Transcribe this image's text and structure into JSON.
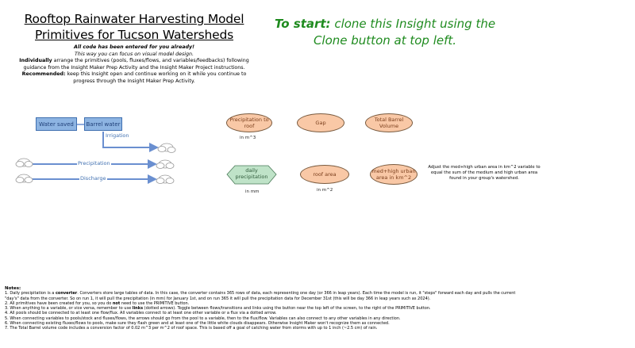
{
  "title": {
    "line1": "Rooftop Rainwater Harvesting Model",
    "line2": "Primitives for Tucson Watersheds"
  },
  "intro": {
    "line1": "All code has been entered for you already!",
    "line2": "This way you can focus on visual model design.",
    "line3_bold": "Individually",
    "line3_rest": " arrange the primitives (pools, fluxes/flows, and variables/feedbacks) following guidance from the Insight Maker Prep Activity and the Insight Maker Project instructions.",
    "line4_bold": "Recommended:",
    "line4_rest": " keep this Insight open and continue working on it while you continue to progress through the Insight Maker Prep Activity."
  },
  "start": {
    "bold": "To start:",
    "rest": " clone this Insight using the Clone button at top left."
  },
  "stocks": {
    "water_saved": "Water saved",
    "barrel_water": "Barrel water"
  },
  "flows": {
    "irrigation": "Irrigation",
    "precipitation": "Precipitation",
    "discharge": "Discharge"
  },
  "variables": {
    "precip_to_roof": "Precipitation to roof",
    "gap": "Gap",
    "total_barrel_volume": "Total Barrel Volume",
    "roof_area": "roof area",
    "med_high_urban": "med+high urban area in km^2"
  },
  "converter": {
    "daily_precipitation": "daily precipitation"
  },
  "units": {
    "precip_to_roof": "in m^3",
    "daily_precipitation": "in mm",
    "roof_area": "in m^2"
  },
  "side_note": "Adjust the med+high urban area in km^2 variable to equal the sum of the medium and high urban area found in your group's watershed.",
  "notes": {
    "heading": "Notes:",
    "n1a": "1. Daily precipitation is a ",
    "n1b": "converter",
    "n1c": ". Converters store large tables of data. In this case, the converter contains 365 rows of data, each representing one day (or 366 in leap years). Each time the model is run, it \"steps\" forward each day and pulls the current",
    "n1d": "\"day's\" data from the converter. So on run 1, it will pull the precipitation (in mm) for January 1st, and on run 365 it will pull the precipitation data for December 31st (this will be day 366 in leap years such as 2024).",
    "n2a": "2. All primitives have been created for you, so you do ",
    "n2b": "not",
    "n2c": " need to use the PRIMITIVE button.",
    "n3a": "3. When anything to a variable, or vice versa, remember to use ",
    "n3b": "links",
    "n3c": " (dotted arrows). Toggle between flows/transitions and links using the button near the top left of the screen, to the right of the PRIMITIVE button.",
    "n4": "4. All pools should be connected to at least one flow/flux. All variables connect to at least one other variable or a flux via a dotted arrow.",
    "n5": "5. When connecting variables to pools/stock and fluxes/flows, the arrows should go from the pool to a variable, then to the flux/flow. Variables can also connect to any other variables in any direction.",
    "n6": "6. When connecting existing fluxes/flows to pools, make sure they flash green and at least one of the little white clouds disappears. Otherwise Insight Maker won't recognize them as connected.",
    "n7": "7. The Total Barrel volume code includes a conversion factor of 0.02 m^3 per m^2 of roof space. This is based off a goal of catching water from storms with up to 1 inch (~2.5 cm) of rain."
  },
  "colors": {
    "stock_fill": "#8db4e2",
    "variable_fill": "#f9c8a6",
    "converter_fill": "#bfe3c8",
    "flow_line": "#6a8fd0",
    "start_text": "#1f8b1f"
  }
}
